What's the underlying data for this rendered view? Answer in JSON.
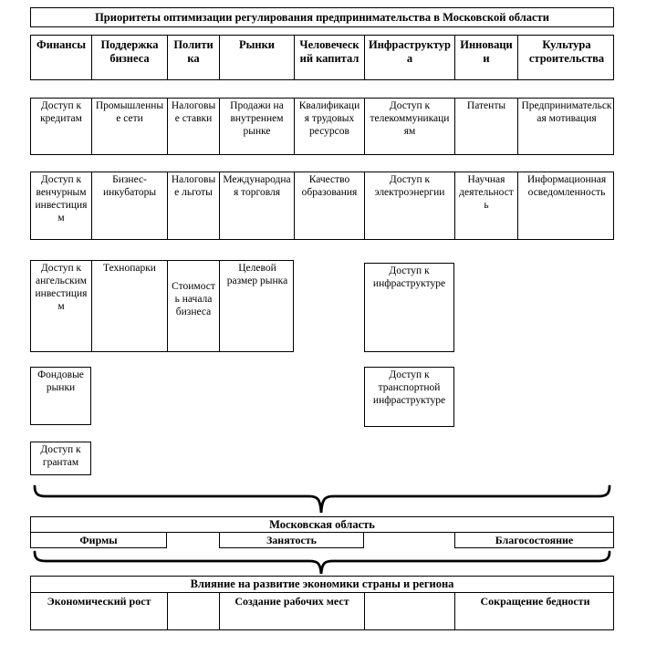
{
  "colors": {
    "border": "#000000",
    "background": "#ffffff",
    "text": "#000000"
  },
  "title": "Приоритеты оптимизации регулирования предпринимательства в Московской области",
  "matrix": {
    "columns": [
      "Финансы",
      "Поддержка бизнеса",
      "Политика",
      "Рынки",
      "Человеческий капитал",
      "Инфраструктура",
      "Инновации",
      "Культура строительства"
    ],
    "rows": {
      "row2": [
        "Доступ к кредитам",
        "Промышленные сети",
        "Налоговые ставки",
        "Продажи на внутреннем рынке",
        "Квалификация трудовых ресурсов",
        "Доступ к телекоммуникациям",
        "Патенты",
        "Предпринимательская мотивация"
      ],
      "row3": [
        "Доступ к венчурным инвестициям",
        "Бизнес-инкубаторы",
        "Налоговые льготы",
        "Международная торговля",
        "Качество образования",
        "Доступ к электроэнергии",
        "Научная деятельность",
        "Информационная осведомленность"
      ],
      "row4": [
        "Доступ к ангельским инвестициям",
        "Технопарки",
        "Стоимость начала бизнеса",
        "Целевой размер рынка"
      ],
      "row4_infrastructure": "Доступ к инфраструктуре",
      "row5_finance": "Фондовые рынки",
      "row5_infrastructure": "Доступ к транспортной инфраструктуре",
      "row6_finance": "Доступ к грантам"
    }
  },
  "region_block": {
    "title": "Московская область",
    "cells": [
      "Фирмы",
      "Занятость",
      "Благосостояние"
    ]
  },
  "impact_block": {
    "title": "Влияние на развитие экономики страны и региона",
    "cells": [
      "Экономический рост",
      "Создание рабочих мест",
      "Сокращение бедности"
    ]
  }
}
